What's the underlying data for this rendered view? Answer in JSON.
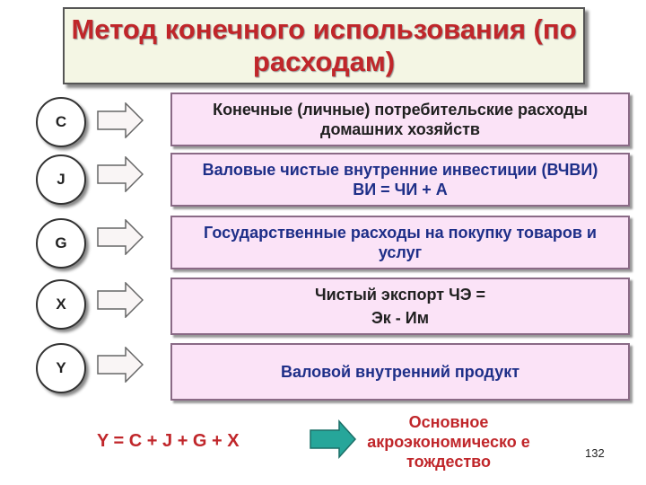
{
  "title": "Метод конечного использования (по расходам)",
  "rows": [
    {
      "symbol": "С",
      "text": "Конечные (личные) потребительские расходы домашних хозяйств"
    },
    {
      "symbol": "J",
      "text": "Валовые чистые внутренние инвестиции (ВЧВИ) ВИ = ЧИ + А"
    },
    {
      "symbol": "G",
      "text": "Государственные расходы на покупку товаров и услуг"
    },
    {
      "symbol": "X",
      "text": "Чистый экспорт ЧЭ = Эк - Им"
    },
    {
      "symbol": "Y",
      "text": "Валовой внутренний продукт"
    }
  ],
  "formula": "Y = C + J + G + X",
  "identity": "Основное акроэкономическо е тождество",
  "page_number": "132",
  "colors": {
    "title_red": "#c0262a",
    "box_fill": "#fbe3f7",
    "blue_text": "#1e2f88",
    "teal": "#26a69a"
  }
}
